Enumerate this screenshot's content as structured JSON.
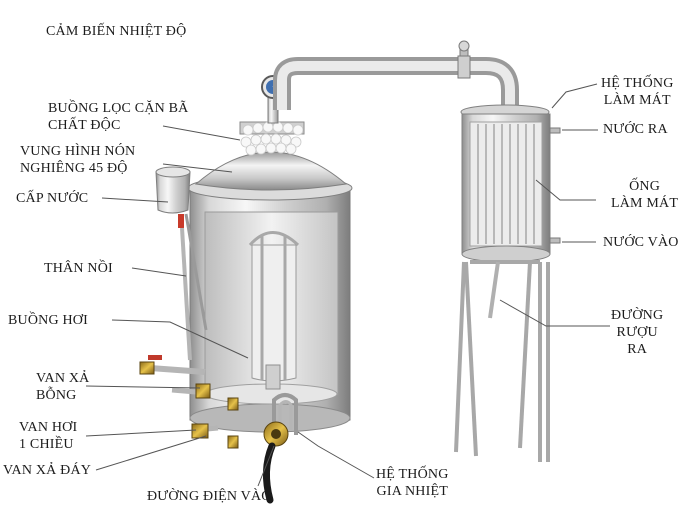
{
  "labels": {
    "cam_bien": "CẢM BIẾN NHIỆT ĐỘ",
    "buong_loc_1": "BUỒNG LỌC CẶN BÃ",
    "buong_loc_2": "CHẤT ĐỘC",
    "vung_hinh_non_1": "VUNG HÌNH NÓN",
    "vung_hinh_non_2": "NGHIÊNG 45 ĐỘ",
    "cap_nuoc": "CẤP NƯỚC",
    "than_noi": "THÂN NỒI",
    "buong_hoi": "BUỒNG HƠI",
    "van_xa_bong_1": "VAN XẢ",
    "van_xa_bong_2": "BỖNG",
    "van_hoi_1": "VAN HƠI",
    "van_hoi_2": "1 CHIỀU",
    "van_xa_day": "VAN XẢ ĐÁY",
    "duong_dien_vao": "ĐƯỜNG ĐIỆN VÀO",
    "he_thong_gia_nhiet_1": "HỆ THỐNG",
    "he_thong_gia_nhiet_2": "GIA NHIỆT",
    "he_thong_lam_mat_1": "HỆ THỐNG",
    "he_thong_lam_mat_2": "LÀM MÁT",
    "nuoc_ra": "NƯỚC RA",
    "ong_lam_mat_1": "ỐNG",
    "ong_lam_mat_2": "LÀM MÁT",
    "nuoc_vao": "NƯỚC VÀO",
    "duong_ruou_ra_1": "ĐƯỜNG",
    "duong_ruou_ra_2": "RƯỢU",
    "duong_ruou_ra_3": "RA"
  }
}
